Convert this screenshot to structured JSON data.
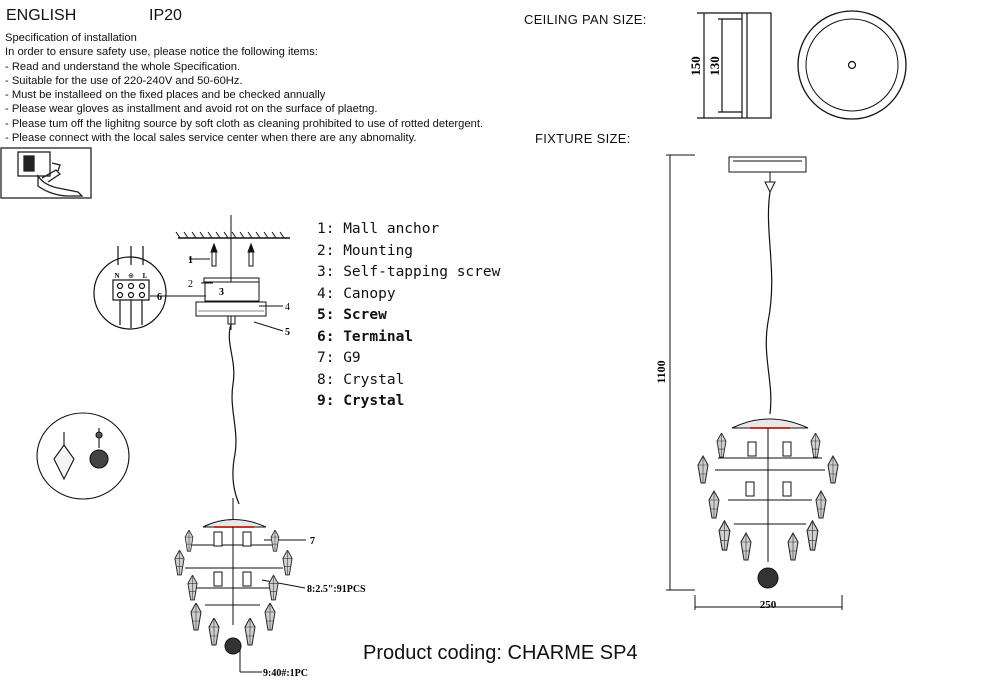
{
  "header": {
    "language": "ENGLISH",
    "ip_rating": "IP20"
  },
  "specification": {
    "title": "Specification of installation",
    "intro": "In order to ensure safety use, please notice the following items:",
    "items": [
      "- Read and understand the whole Specification.",
      "- Suitable for the use of 220-240V and 50-60Hz.",
      "- Must be installeed on the fixed places and be checked annually",
      "- Please wear gloves as installment and avoid rot on the surface of plaetng.",
      "- Please tum off the lighitng source by soft cloth as cleaning prohibited to use of rotted detergent.",
      "- Please connect with the local sales service center when there are any abnomality."
    ]
  },
  "ceiling_pan": {
    "label": "CEILING PAN  SIZE:",
    "dim_outer": "150",
    "dim_inner": "130"
  },
  "fixture": {
    "label": "FIXTURE SIZE:",
    "height": "1100",
    "width": "250"
  },
  "parts": [
    {
      "num": "1",
      "name": "Mall anchor",
      "bold": false
    },
    {
      "num": "2",
      "name": "Mounting",
      "bold": false
    },
    {
      "num": "3",
      "name": "Self-tapping screw",
      "bold": false
    },
    {
      "num": "4",
      "name": "Canopy",
      "bold": false
    },
    {
      "num": "5",
      "name": "Screw",
      "bold": true
    },
    {
      "num": "6",
      "name": "Terminal",
      "bold": true
    },
    {
      "num": "7",
      "name": "G9",
      "bold": false
    },
    {
      "num": "8",
      "name": "Crystal",
      "bold": false
    },
    {
      "num": "9",
      "name": "Crystal",
      "bold": true
    }
  ],
  "callouts": {
    "c1": "1",
    "c2": "2",
    "c3": "3",
    "c4": "4",
    "c5": "5",
    "c6": "6",
    "c7": "7",
    "c8": "8:2.5\":91PCS",
    "c9": "9:40#:1PC",
    "terminal_labels": [
      "N",
      "⊕",
      "L"
    ]
  },
  "product_coding": "Product coding: CHARME SP4"
}
